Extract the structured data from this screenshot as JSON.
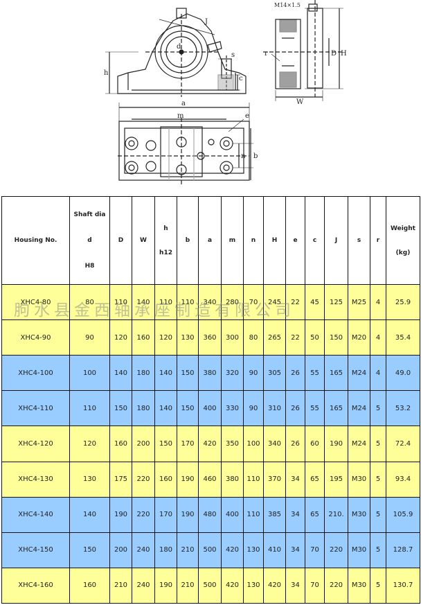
{
  "drawing": {
    "labels": {
      "d": "d",
      "h": "h",
      "J": "J",
      "s": "s",
      "c": "c",
      "a": "a",
      "m": "m",
      "e": "e",
      "n": "n",
      "b": "b",
      "M14": "M14×1.5",
      "r": "r",
      "D": "D",
      "H": "H",
      "W": "W"
    }
  },
  "table": {
    "headers": {
      "housing": "Housing No.",
      "shaft_line1": "Shaft dia",
      "shaft_line2": "d",
      "shaft_line3": "H8",
      "D": "D",
      "W": "W",
      "h_line1": "h",
      "h_line2": "h12",
      "b": "b",
      "a": "a",
      "m": "m",
      "n": "n",
      "H": "H",
      "e": "e",
      "c": "c",
      "J": "J",
      "s": "s",
      "r": "r",
      "weight_line1": "Weight",
      "weight_line2": "(kg)"
    },
    "rows": [
      {
        "housing": "XHC4-80",
        "d": "80",
        "D": "110",
        "W": "140",
        "h": "110",
        "b": "110",
        "a": "340",
        "m": "280",
        "n": "70",
        "H": "245",
        "e": "22",
        "c": "45",
        "J": "125",
        "s": "M25",
        "r": "4",
        "weight": "25.9"
      },
      {
        "housing": "XHC4-90",
        "d": "90",
        "D": "120",
        "W": "160",
        "h": "120",
        "b": "130",
        "a": "360",
        "m": "300",
        "n": "80",
        "H": "265",
        "e": "22",
        "c": "50",
        "J": "150",
        "s": "M20",
        "r": "4",
        "weight": "35.4"
      },
      {
        "housing": "XHC4-100",
        "d": "100",
        "D": "140",
        "W": "180",
        "h": "140",
        "b": "150",
        "a": "380",
        "m": "320",
        "n": "90",
        "H": "305",
        "e": "26",
        "c": "55",
        "J": "165",
        "s": "M24",
        "r": "4",
        "weight": "49.0"
      },
      {
        "housing": "XHC4-110",
        "d": "110",
        "D": "150",
        "W": "180",
        "h": "140",
        "b": "150",
        "a": "400",
        "m": "330",
        "n": "90",
        "H": "310",
        "e": "26",
        "c": "55",
        "J": "165",
        "s": "M24",
        "r": "5",
        "weight": "53.2"
      },
      {
        "housing": "XHC4-120",
        "d": "120",
        "D": "160",
        "W": "200",
        "h": "150",
        "b": "170",
        "a": "420",
        "m": "350",
        "n": "100",
        "H": "340",
        "e": "26",
        "c": "60",
        "J": "190",
        "s": "M24",
        "r": "5",
        "weight": "72.4"
      },
      {
        "housing": "XHC4-130",
        "d": "130",
        "D": "175",
        "W": "220",
        "h": "160",
        "b": "190",
        "a": "460",
        "m": "380",
        "n": "110",
        "H": "370",
        "e": "34",
        "c": "65",
        "J": "195",
        "s": "M30",
        "r": "5",
        "weight": "93.4"
      },
      {
        "housing": "XHC4-140",
        "d": "140",
        "D": "190",
        "W": "220",
        "h": "170",
        "b": "190",
        "a": "480",
        "m": "400",
        "n": "110",
        "H": "385",
        "e": "34",
        "c": "65",
        "J": "210.",
        "s": "M30",
        "r": "5",
        "weight": "105.9"
      },
      {
        "housing": "XHC4-150",
        "d": "150",
        "D": "200",
        "W": "240",
        "h": "180",
        "b": "210",
        "a": "500",
        "m": "420",
        "n": "130",
        "H": "410",
        "e": "34",
        "c": "70",
        "J": "220",
        "s": "M30",
        "r": "5",
        "weight": "128.7"
      },
      {
        "housing": "XHC4-160",
        "d": "160",
        "D": "210",
        "W": "240",
        "h": "190",
        "b": "210",
        "a": "500",
        "m": "420",
        "n": "130",
        "H": "420",
        "e": "34",
        "c": "70",
        "J": "220",
        "s": "M30",
        "r": "5",
        "weight": "130.7"
      }
    ],
    "row_colors": [
      "yellow",
      "yellow",
      "blue",
      "blue",
      "yellow",
      "yellow",
      "blue",
      "blue",
      "yellow"
    ]
  },
  "watermark": "朐水县金西轴承座制造有限公司"
}
